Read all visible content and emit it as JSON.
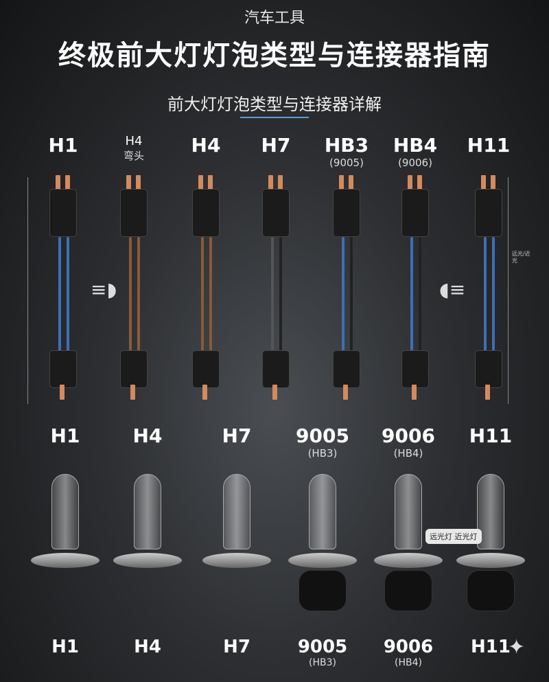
{
  "header": {
    "category": "汽车工具",
    "title": "终极前大灯灯泡类型与连接器指南",
    "subtitle": "前大灯灯泡类型与连接器详解"
  },
  "connectors": [
    {
      "name": "H1",
      "sub": "",
      "wire": "#3f6fb5"
    },
    {
      "name": "H4",
      "sub": "弯头",
      "wire": "#8a5a3a"
    },
    {
      "name": "H4",
      "sub": "",
      "wire": "#8a5a3a"
    },
    {
      "name": "H7",
      "sub": "",
      "wire": "#555"
    },
    {
      "name": "HB3",
      "sub": "(9005)",
      "wire": "#3f6fb5"
    },
    {
      "name": "HB4",
      "sub": "(9006)",
      "wire": "#3f6fb5"
    },
    {
      "name": "H11",
      "sub": "",
      "wire": "#3f6fb5"
    }
  ],
  "bulbs_top": [
    {
      "name": "H1",
      "sub": ""
    },
    {
      "name": "H4",
      "sub": ""
    },
    {
      "name": "H7",
      "sub": ""
    },
    {
      "name": "9005",
      "sub": "(HB3)"
    },
    {
      "name": "9006",
      "sub": "(HB4)"
    },
    {
      "name": "H11",
      "sub": ""
    }
  ],
  "bulbs_bottom": [
    {
      "name": "H1",
      "sub": ""
    },
    {
      "name": "H4",
      "sub": ""
    },
    {
      "name": "H7",
      "sub": ""
    },
    {
      "name": "9005",
      "sub": "(HB3)"
    },
    {
      "name": "9006",
      "sub": "(HB4)"
    },
    {
      "name": "H11",
      "sub": ""
    }
  ],
  "notes": {
    "right": "远光/近光",
    "tag": "远光灯 近光灯"
  },
  "icons": [
    "headlight-beam-icon",
    "sparkle-icon"
  ]
}
